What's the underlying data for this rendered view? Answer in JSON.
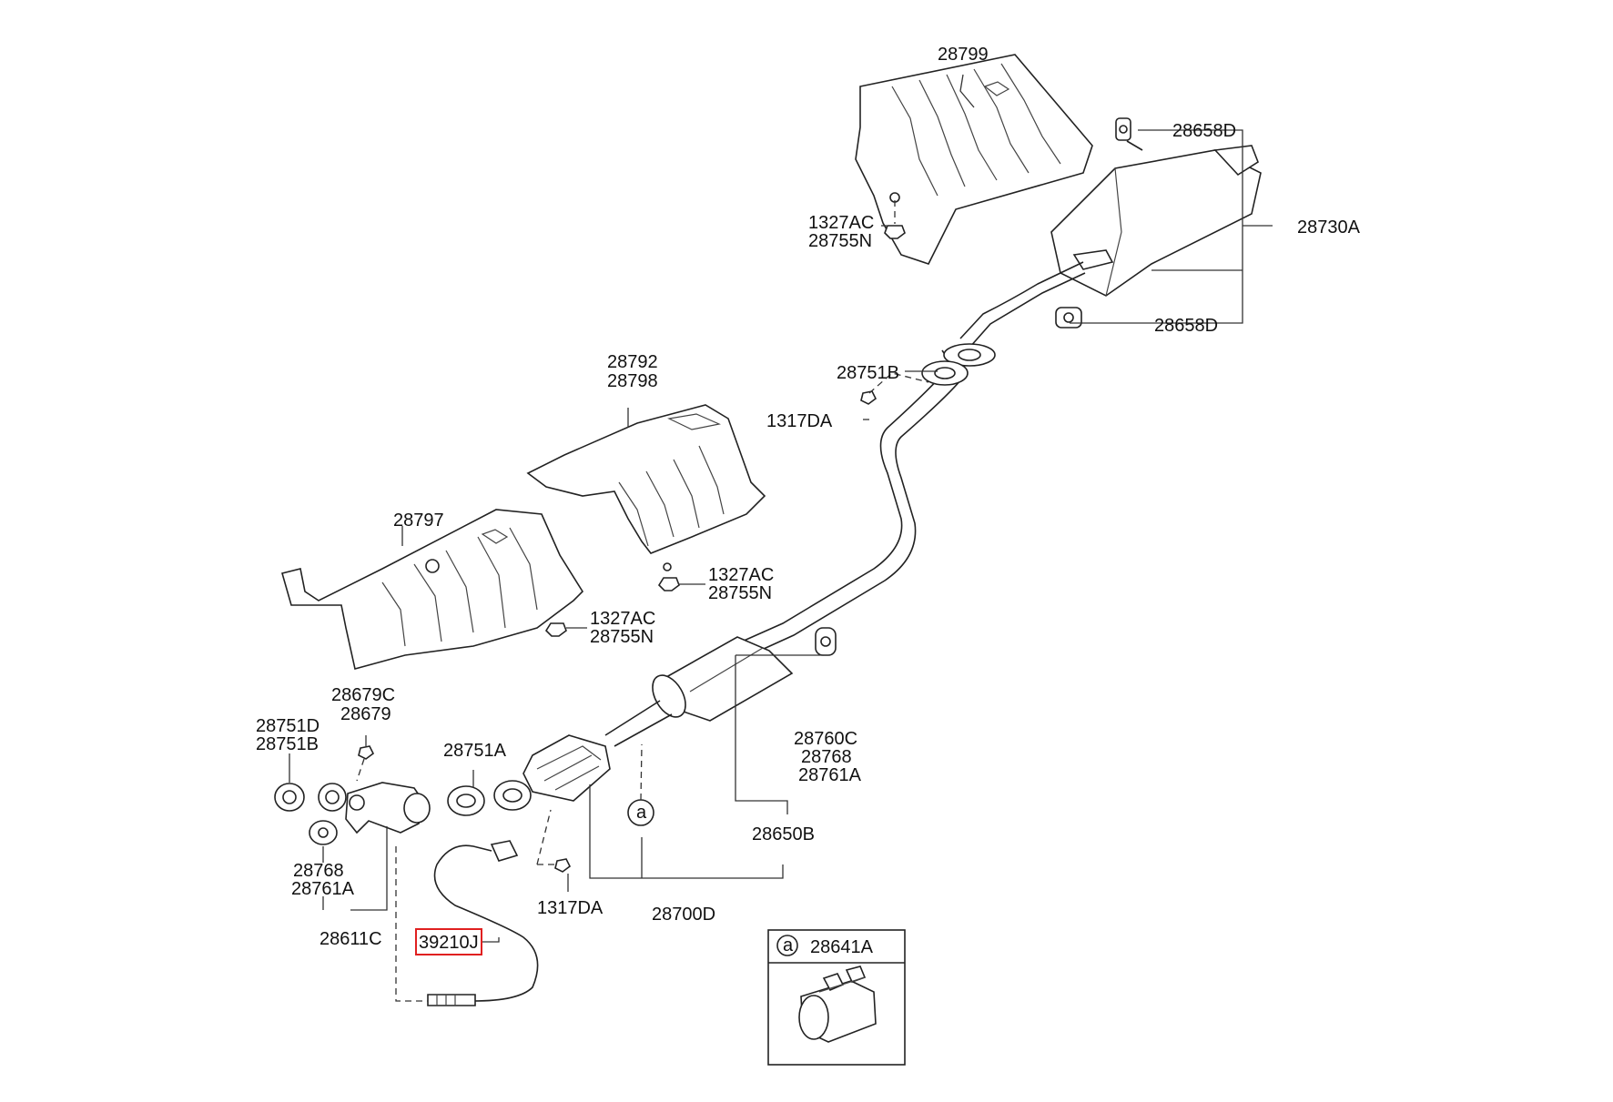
{
  "callouts": {
    "c_28799": "28799",
    "c_28658D_top": "28658D",
    "c_1327AC_a": "1327AC",
    "c_28755N_a": "28755N",
    "c_28730A": "28730A",
    "c_28658D_bottom": "28658D",
    "c_28751B_top": "28751B",
    "c_1317DA_top": "1317DA",
    "c_28792": "28792",
    "c_28798": "28798",
    "c_28797": "28797",
    "c_1327AC_b": "1327AC",
    "c_28755N_b": "28755N",
    "c_1327AC_c": "1327AC",
    "c_28755N_c": "28755N",
    "c_28679C": "28679C",
    "c_28679": "28679",
    "c_28751D": "28751D",
    "c_28751B_left": "28751B",
    "c_28751A": "28751A",
    "c_28760C": "28760C",
    "c_28768_right": "28768",
    "c_28761A_right": "28761A",
    "c_marker_a": "a",
    "c_28650B": "28650B",
    "c_28768_left": "28768",
    "c_28761A_left": "28761A",
    "c_1317DA_bottom": "1317DA",
    "c_28700D": "28700D",
    "c_28611C": "28611C",
    "c_39210J": "39210J"
  },
  "inset": {
    "marker": "a",
    "part_number": "28641A"
  },
  "highlight_color": "#e02020",
  "line_color": "#222222",
  "background": "#ffffff"
}
